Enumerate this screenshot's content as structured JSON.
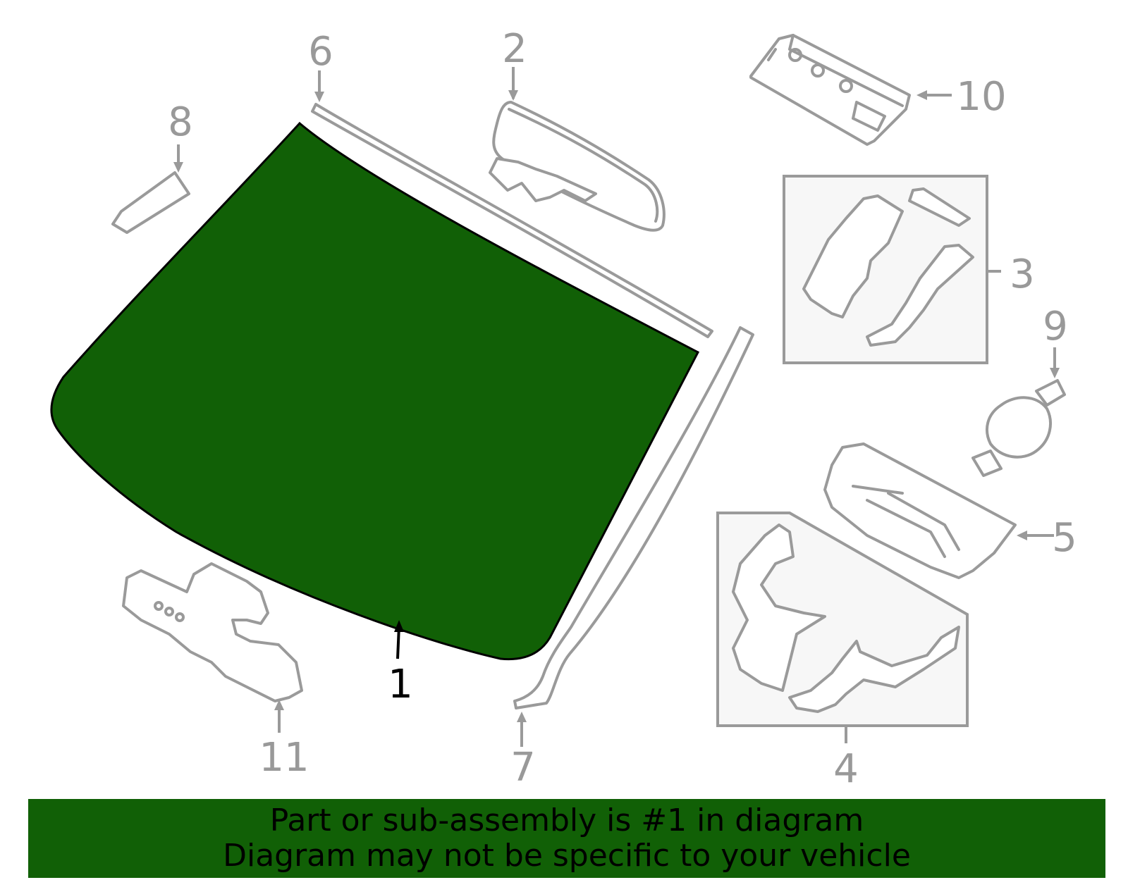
{
  "callouts": {
    "c1": "1",
    "c2": "2",
    "c3": "3",
    "c4": "4",
    "c5": "5",
    "c6": "6",
    "c7": "7",
    "c8": "8",
    "c9": "9",
    "c10": "10",
    "c11": "11"
  },
  "highlight_part": "1",
  "colors": {
    "highlight": "#116006",
    "part_outline": "#9a9a9a",
    "callout_text": "#999999",
    "active_callout": "#000000"
  },
  "banner": {
    "line1": "Part or sub-assembly is #1 in diagram",
    "line2": "Diagram may not be specific to your vehicle"
  }
}
